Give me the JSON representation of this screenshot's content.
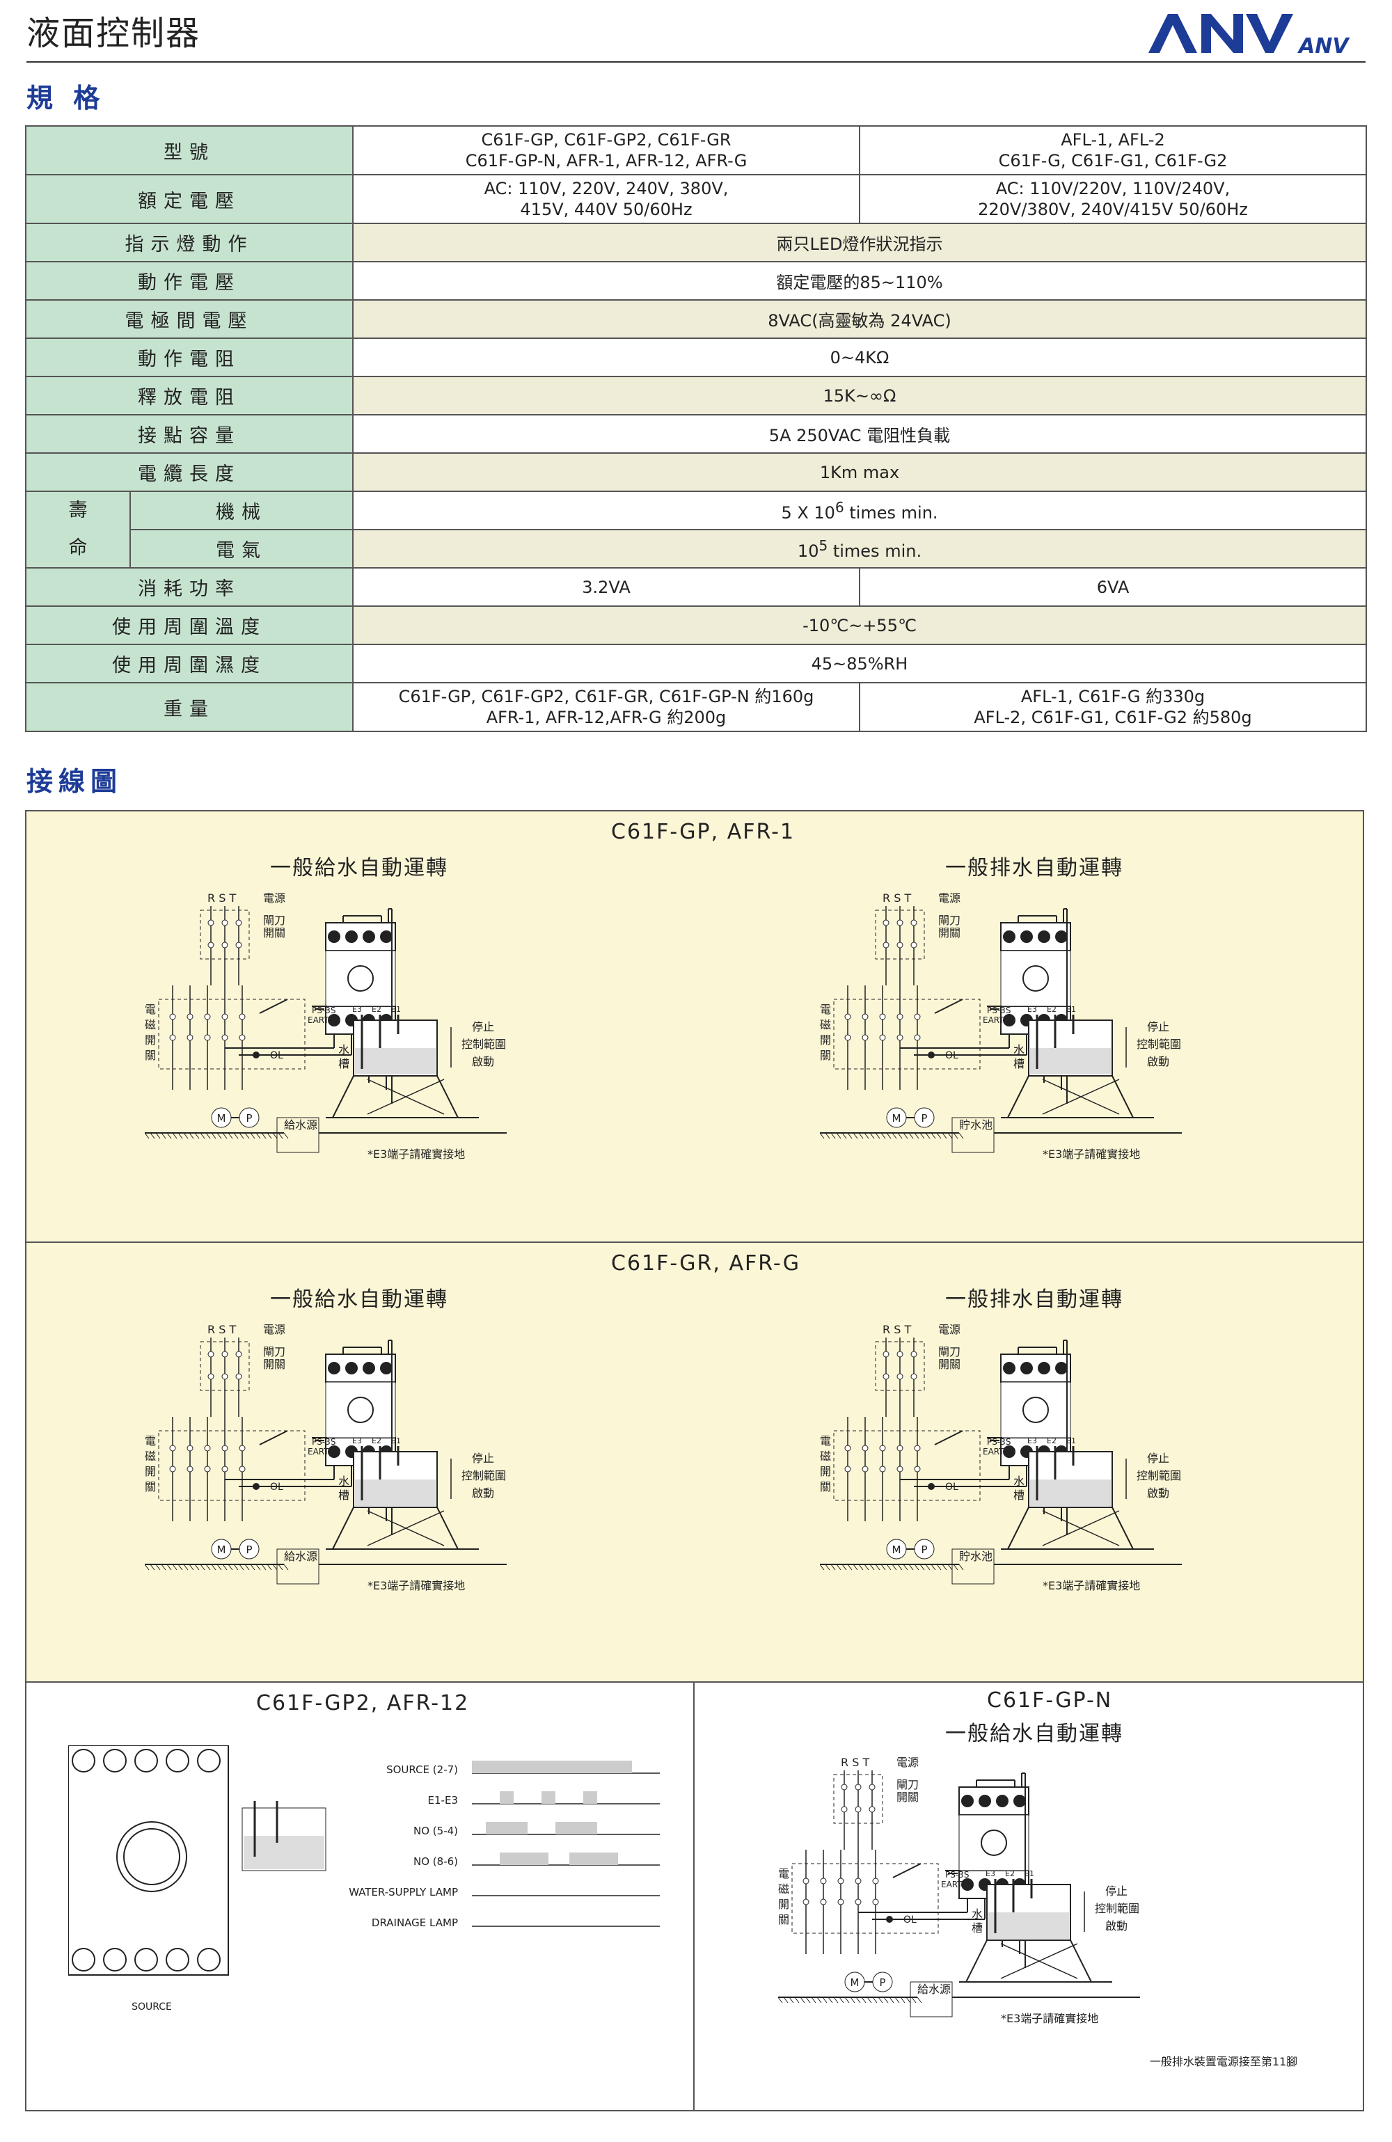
{
  "header": {
    "title": "液面控制器",
    "brand_big": "ANV",
    "brand_small": "ANV"
  },
  "sections": {
    "spec": "規 格",
    "wiring": "接線圖"
  },
  "spec_rows": [
    {
      "label": "型號",
      "left": "C61F-GP, C61F-GP2, C61F-GR\nC61F-GP-N, AFR-1, AFR-12, AFR-G",
      "right": "AFL-1, AFL-2\nC61F-G, C61F-G1, C61F-G2"
    },
    {
      "label": "額定電壓",
      "left": "AC: 110V, 220V, 240V, 380V,\n415V, 440V  50/60Hz",
      "right": "AC: 110V/220V, 110V/240V,\n220V/380V, 240V/415V  50/60Hz"
    },
    {
      "label": "指示燈動作",
      "value": "兩只LED燈作狀況指示"
    },
    {
      "label": "動作電壓",
      "value": "額定電壓的85~110%"
    },
    {
      "label": "電極間電壓",
      "value": "8VAC(高靈敏為 24VAC)"
    },
    {
      "label": "動作電阻",
      "value": "0~4KΩ"
    },
    {
      "label": "釋放電阻",
      "value": "15K~∞Ω"
    },
    {
      "label": "接點容量",
      "value": "5A 250VAC 電阻性負載"
    },
    {
      "label": "電纜長度",
      "value": "1Km max"
    }
  ],
  "life": {
    "label_top": "壽",
    "label_bottom": "命",
    "mech_label": "機械",
    "mech_value_pre": "5 X 10",
    "mech_exp": "6",
    "mech_value_post": " times min.",
    "elec_label": "電氣",
    "elec_pre": "10",
    "elec_exp": "5",
    "elec_post": " times min."
  },
  "spec_rows2": [
    {
      "label": "消耗功率",
      "left": "3.2VA",
      "right": "6VA"
    },
    {
      "label": "使用周圍溫度",
      "value": "-10℃~+55℃"
    },
    {
      "label": "使用周圍濕度",
      "value": "45~85%RH"
    },
    {
      "label": "重量",
      "left": "C61F-GP, C61F-GP2, C61F-GR, C61F-GP-N 約160g\nAFR-1, AFR-12,AFR-G 約200g",
      "right": "AFL-1, C61F-G 約330g\nAFL-2, C61F-G1, C61F-G2 約580g"
    }
  ],
  "wiring": {
    "panel1_title": "C61F-GP, AFR-1",
    "panel2_title": "C61F-GR, AFR-G",
    "panel3_title": "C61F-GP2, AFR-12",
    "panel4_title": "C61F-GP-N",
    "supply_title": "一般給水自動運轉",
    "drain_title": "一般排水自動運轉",
    "labels": {
      "rst": "R S T",
      "power": "電源",
      "knife_a": "閘刀",
      "knife_b": "開關",
      "mag": [
        "電",
        "磁",
        "開",
        "關"
      ],
      "ol": "OL",
      "earth": "EARTH",
      "ps3s": "PS-3S",
      "e1": "E1",
      "e2": "E2",
      "e3": "E3",
      "stop": "停止",
      "range": "控制範圍",
      "start": "啟動",
      "tank_a": "水",
      "tank_b": "槽",
      "supply_src": "給水源",
      "storage": "貯水池",
      "e3_note": "*E3端子請確實接地",
      "m": "M",
      "p": "P",
      "note_gpn": "一般排水裝置電源接至第11腳"
    },
    "timing": {
      "rows": [
        "SOURCE (2-7)",
        "E1-E3",
        "NO (5-4)",
        "NO (8-6)",
        "WATER-SUPPLY LAMP",
        "DRAINAGE LAMP"
      ],
      "source": "SOURCE"
    }
  },
  "colors": {
    "label_bg": "#c6e3cf",
    "alt_row": "#efecd7",
    "wiring_bg": "#fbf6d6",
    "heading": "#1d3c97"
  }
}
